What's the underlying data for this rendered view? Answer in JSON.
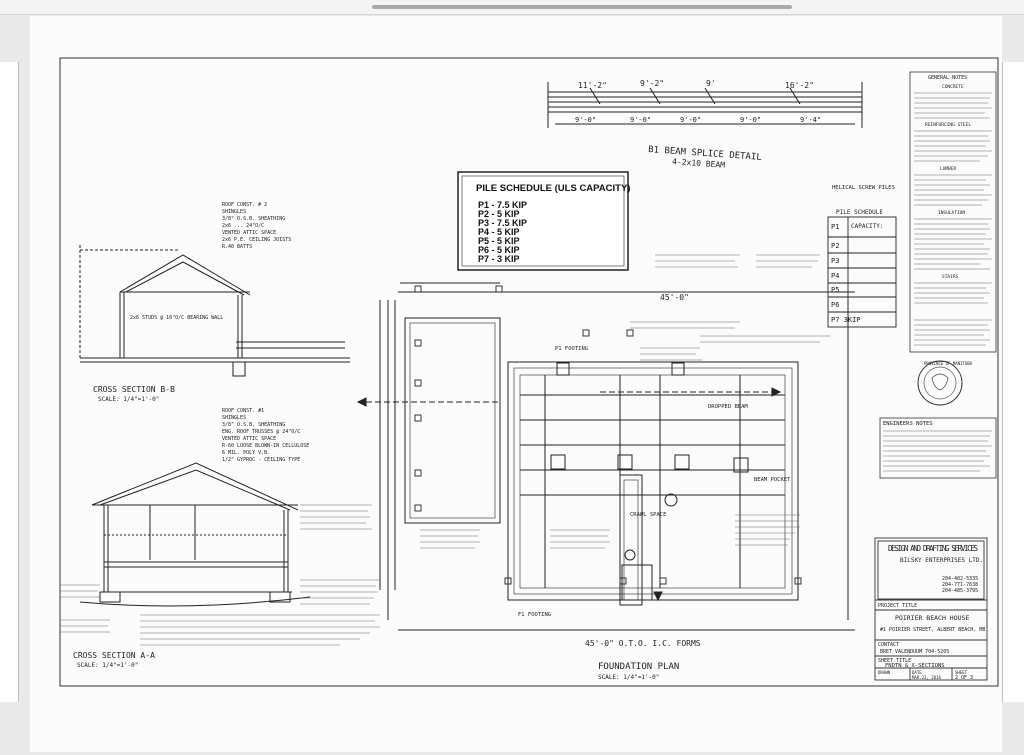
{
  "viewer": {
    "scroll_label": "page scroll"
  },
  "pile_schedule": {
    "title": "PILE SCHEDULE (ULS CAPACITY)",
    "rows": [
      "P1 - 7.5 KIP",
      "P2 - 5 KIP",
      "P3 - 7.5 KIP",
      "P4 - 5 KIP",
      "P5 - 5 KIP",
      "P6 - 5 KIP",
      "P7 - 3 KIP"
    ]
  },
  "beam_splice": {
    "title": "B1 BEAM SPLICE DETAIL",
    "subtitle": "4-2x10 BEAM",
    "dims_top": [
      "11'-2\"",
      "9'-2\"",
      "9'",
      "16'-2\""
    ],
    "dims_bottom": [
      "9'-0\"",
      "9'-0\"",
      "9'-0\"",
      "9'-0\"",
      "9'-4\""
    ]
  },
  "general_notes": {
    "title": "GENERAL NOTES",
    "sections": [
      "CONCRETE",
      "REINFORCING STEEL",
      "LUMBER",
      "INSULATION",
      "STAIRS"
    ]
  },
  "helical_pile": {
    "title": "HELICAL SCREW PILES",
    "schedule_title": "PILE SCHEDULE",
    "capacity_label": "CAPACITY:",
    "rows": [
      "P1",
      "P2",
      "P3",
      "P4",
      "P5",
      "P6",
      "P7 3KIP"
    ]
  },
  "seal": {
    "label": "PROVINCE OF MANITOBA"
  },
  "engineers_notes": {
    "title": "ENGINEERS NOTES"
  },
  "title_block": {
    "firm": "DESIGN AND DRAFTING SERVICES",
    "company": "BILSKY ENTERPRISES LTD.",
    "phones": [
      "204-482-5335",
      "204-771-7638",
      "204-485-3795"
    ],
    "project_title_label": "PROJECT TITLE",
    "project_title": "POIRIER BEACH HOUSE",
    "project_address": "#1 POIRIER STREET, ALBERT BEACH, MB.",
    "contact_label": "CONTACT",
    "contact": "BRET VALENDUUM  704-5205",
    "sheet_title_label": "SHEET TITLE",
    "sheet_title": "FNDTN & X-SECTIONS",
    "drawn_label": "DRAWN",
    "date_label": "DATE",
    "date": "MAR.23, 2016",
    "sheet_label": "SHEET",
    "sheet": "2 OF 3"
  },
  "sections": {
    "bb": {
      "title": "CROSS SECTION B-B",
      "scale": "SCALE: 1/4\"=1'-0\"",
      "notes": [
        "ROOF CONST. # 2",
        "SHINGLES",
        "3/8\" O.S.B. SHEATHING",
        "2x6 ... 24\"O/C",
        "VENTED ATTIC SPACE",
        "2x6 P.E. CEILING JOISTS",
        "R.40 BATTS"
      ],
      "bearing": "2x6 STUDS @ 16\"O/C BEARING WALL"
    },
    "aa": {
      "title": "CROSS SECTION A-A",
      "scale": "SCALE: 1/4\"=1'-0\"",
      "notes": [
        "ROOF CONST. #1",
        "SHINGLES",
        "3/8\" O.S.B. SHEATHING",
        "ENG. ROOF TRUSSES @ 24\"O/C",
        "VENTED ATTIC SPACE",
        "R-60 LOOSE BLOWN-IN CELLULOSE",
        "6 MIL. POLY V.B.",
        "1/2\" GYPROC - CEILING TYPE"
      ]
    }
  },
  "plan": {
    "title": "FOUNDATION PLAN",
    "scale": "SCALE: 1/4\"=1'-0\"",
    "overall_dim": "45'-0\"",
    "bottom_dim": "45'-0\" O.T.O. I.C. FORMS",
    "notes": [
      "P1 FOOTING",
      "F1 FOOTING",
      "BEAM POCKET",
      "DROPPED BEAM",
      "CRAWL SPACE"
    ]
  }
}
